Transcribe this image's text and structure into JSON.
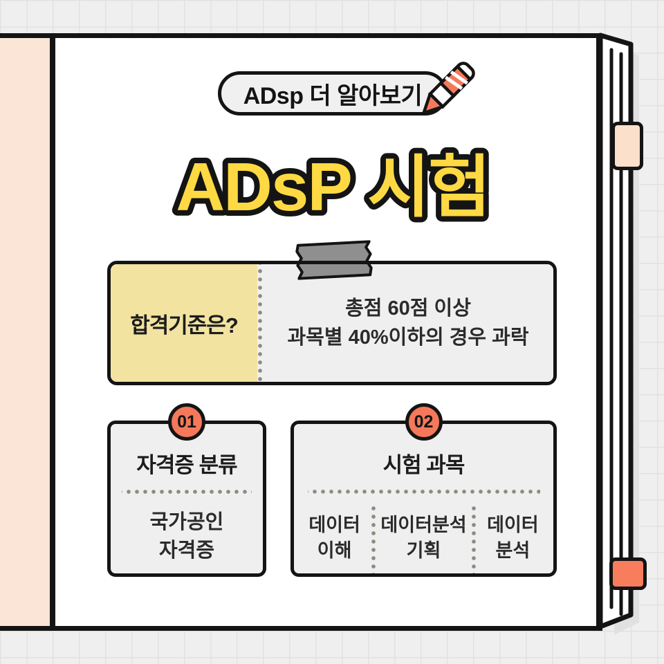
{
  "header_badge": {
    "label": "ADsp 더 알아보기"
  },
  "title": "ADsP 시험",
  "criteria_box": {
    "question": "합격기준은?",
    "answer_lines": [
      "총점 60점 이상",
      "과목별 40%이하의 경우 과락"
    ]
  },
  "cards": [
    {
      "number": "01",
      "title": "자격증 분류",
      "body_lines": [
        "국가공인",
        "자격증"
      ]
    },
    {
      "number": "02",
      "title": "시험 과목",
      "subjects": [
        {
          "lines": [
            "데이터",
            "이해"
          ]
        },
        {
          "lines": [
            "데이터분석",
            "기획"
          ]
        },
        {
          "lines": [
            "데이터",
            "분석"
          ]
        }
      ]
    }
  ],
  "colors": {
    "title_yellow": "#FFD943",
    "criteria_yellow": "#F2E3A1",
    "panel_gray": "#EFEFEF",
    "badge_coral": "#F4795B",
    "page_peach": "#FBE5D6",
    "tab_peach": "#FBE0CB",
    "tab_coral": "#F87D5C",
    "tape_gray": "#8F8F8F",
    "outline_black": "#141414",
    "grid_bg": "#EFEFEF",
    "grid_line": "#E2E2E2"
  }
}
